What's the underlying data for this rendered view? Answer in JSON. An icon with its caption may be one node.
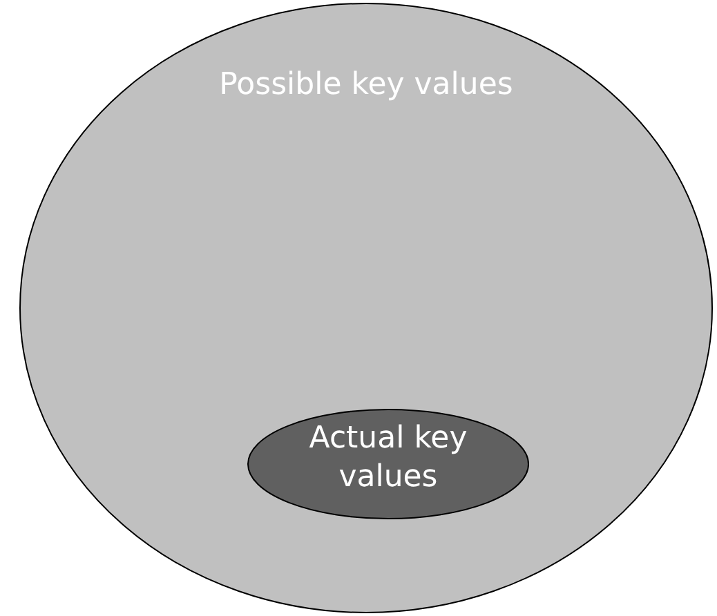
{
  "diagram": {
    "nodes": [
      {
        "text": [
          "Possible key values"
        ]
      },
      {
        "text": [
          "Actual key values"
        ],
        "in": 0
      }
    ]
  }
}
